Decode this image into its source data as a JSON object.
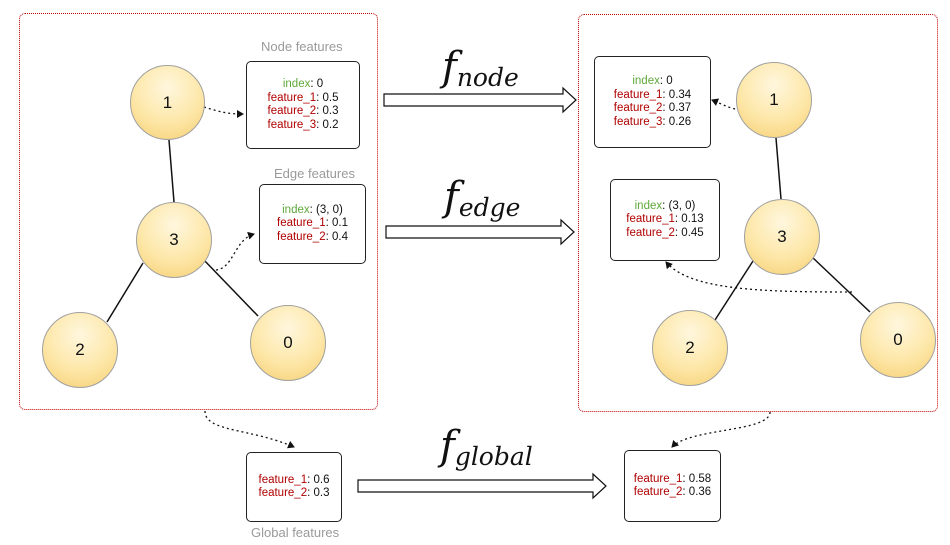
{
  "functions": {
    "node": {
      "f": "f",
      "sub": "node"
    },
    "edge": {
      "f": "f",
      "sub": "edge"
    },
    "global": {
      "f": "f",
      "sub": "global"
    }
  },
  "input": {
    "node_caption": "Node features",
    "edge_caption": "Edge features",
    "global_caption": "Global features",
    "nodes": [
      "1",
      "3",
      "2",
      "0"
    ],
    "node_card": {
      "index_key": "index",
      "index_val": ": 0",
      "features": [
        {
          "k": "feature_1",
          "v": ": 0.5"
        },
        {
          "k": "feature_2",
          "v": ": 0.3"
        },
        {
          "k": "feature_3",
          "v": ": 0.2"
        }
      ]
    },
    "edge_card": {
      "index_key": "index",
      "index_val": ": (3, 0)",
      "features": [
        {
          "k": "feature_1",
          "v": ": 0.1"
        },
        {
          "k": "feature_2",
          "v": ": 0.4"
        }
      ]
    },
    "global_card": {
      "features": [
        {
          "k": "feature_1",
          "v": ": 0.6"
        },
        {
          "k": "feature_2",
          "v": ": 0.3"
        }
      ]
    }
  },
  "output": {
    "nodes": [
      "1",
      "3",
      "2",
      "0"
    ],
    "node_card": {
      "index_key": "index",
      "index_val": ": 0",
      "features": [
        {
          "k": "feature_1",
          "v": ": 0.34"
        },
        {
          "k": "feature_2",
          "v": ": 0.37"
        },
        {
          "k": "feature_3",
          "v": ": 0.26"
        }
      ]
    },
    "edge_card": {
      "index_key": "index",
      "index_val": ": (3, 0)",
      "features": [
        {
          "k": "feature_1",
          "v": ": 0.13"
        },
        {
          "k": "feature_2",
          "v": ": 0.45"
        }
      ]
    },
    "global_card": {
      "features": [
        {
          "k": "feature_1",
          "v": ": 0.58"
        },
        {
          "k": "feature_2",
          "v": ": 0.36"
        }
      ]
    }
  }
}
